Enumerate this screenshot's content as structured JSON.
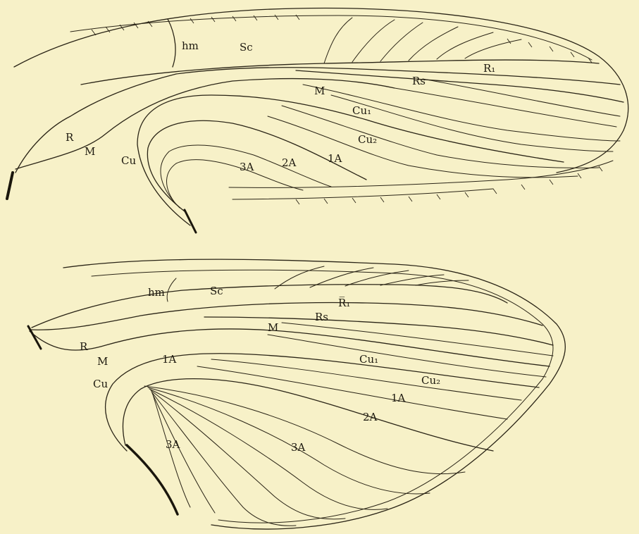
{
  "figure": {
    "colors": {
      "paper": "#f7f1c8",
      "ink": "#2a2416"
    },
    "upper_wing": {
      "labels": {
        "hm": "hm",
        "sc": "Sc",
        "r1": "R₁",
        "rs": "Rs",
        "r": "R",
        "m_base": "M",
        "m": "M",
        "cu": "Cu",
        "cu1": "Cu₁",
        "cu2": "Cu₂",
        "a3": "3A",
        "a2": "2A",
        "a1": "1A"
      }
    },
    "lower_wing": {
      "labels": {
        "hm": "hm",
        "sc": "Sc",
        "r1": "R̅₁",
        "rs": "Rs",
        "m": "M",
        "r": "R",
        "m_base": "M",
        "cu": "Cu",
        "a1_base": "1A",
        "cu1": "Cu₁",
        "cu2": "Cu₂",
        "a1": "1A",
        "a2": "2A",
        "a3_left": "3A",
        "a3_mid": "3A"
      }
    }
  }
}
